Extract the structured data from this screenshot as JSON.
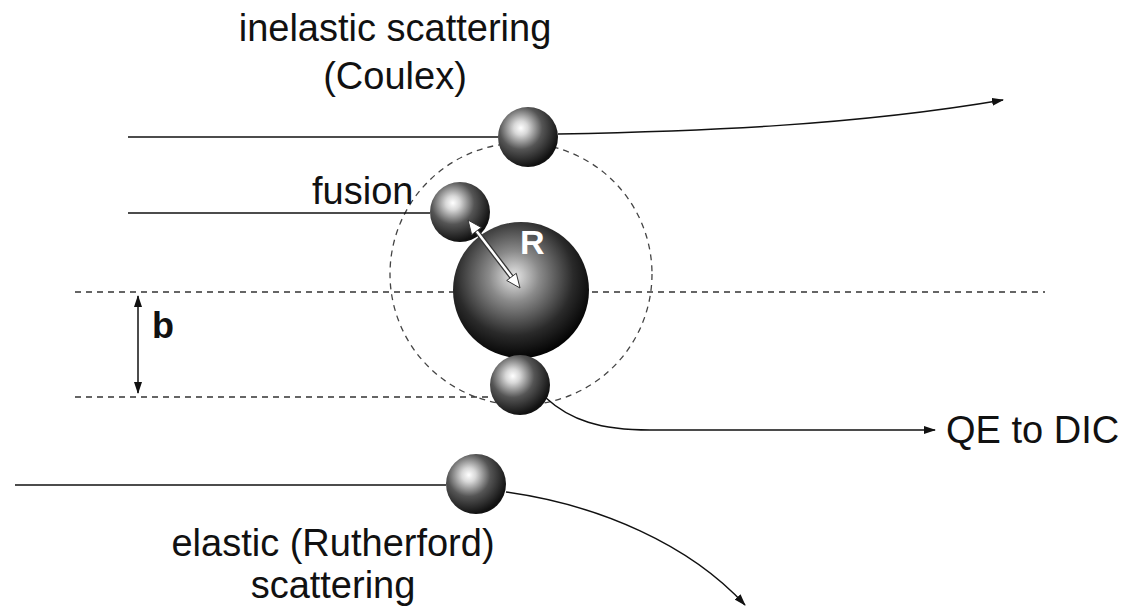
{
  "diagram": {
    "labels": [
      "inelastic scattering (Coulex)",
      "fusion",
      "R",
      "b",
      "QE to DIC",
      "elastic (Rutherford) scattering"
    ]
  }
}
